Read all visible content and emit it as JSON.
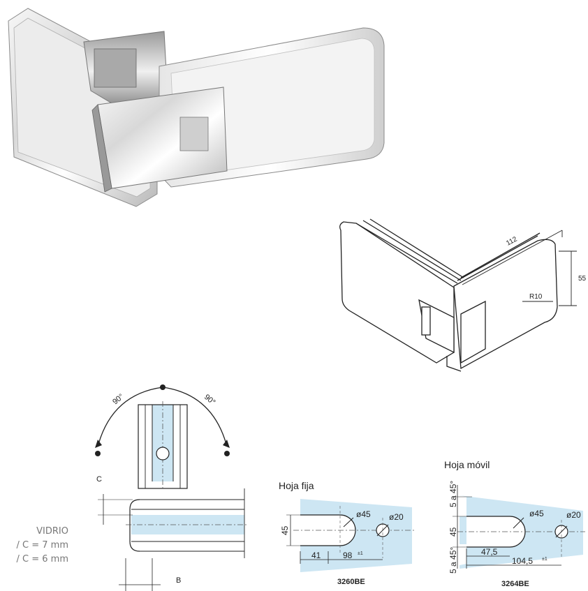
{
  "glass_label": {
    "title": "VIDRIO",
    "line1": "/ C = 7 mm",
    "line2": "/ C = 6 mm"
  },
  "iso_drawing": {
    "dim_length": "112",
    "dim_height": "55",
    "radius": "R10"
  },
  "rotation_diagram": {
    "angle_left": "90°",
    "angle_right": "90°",
    "label_c": "C",
    "label_b": "B"
  },
  "fixed_leaf": {
    "title": "Hoja fija",
    "dim_height": "45",
    "dia_large": "ø45",
    "dia_small": "ø20",
    "dim_a": "41",
    "dim_b": "98",
    "tolerance": "±1",
    "code": "3260BE"
  },
  "moving_leaf": {
    "title": "Hoja móvil",
    "range_top": "5 a 45°",
    "dim_height": "45",
    "range_bottom": "5 a 45°",
    "dia_large": "ø45",
    "dia_small": "ø20",
    "dim_a": "47,5",
    "dim_b": "104,5",
    "tolerance": "±1",
    "code": "3264BE"
  }
}
